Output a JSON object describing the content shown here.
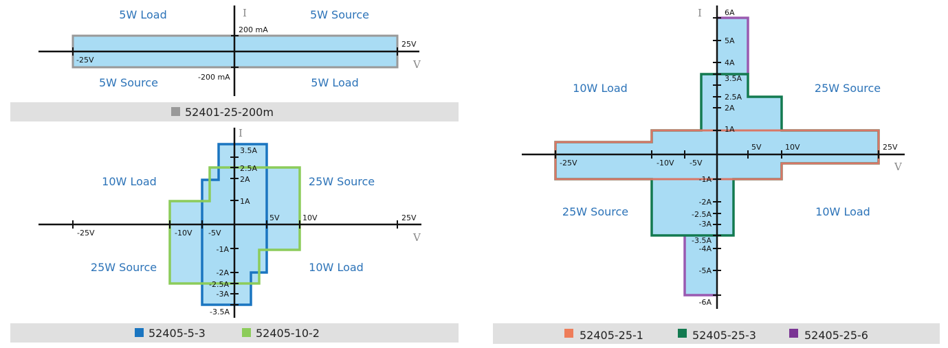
{
  "colors": {
    "fill": "#a9dcf4",
    "legend_bar": "#e0e0e0",
    "region_text": "#2c73b8",
    "gray": "#999999",
    "blue": "#1a75c0",
    "green": "#8ccc5a",
    "orange": "#ee7d5a",
    "dark_green": "#137a50",
    "purple": "#7b3594"
  },
  "panel_200m": {
    "axis_v": "V",
    "axis_i": "I",
    "regions": [
      "5W Load",
      "5W Source",
      "5W Source",
      "5W Load"
    ],
    "ticks": [
      "200 mA",
      "-200 mA",
      "25V",
      "-25V"
    ],
    "legend": [
      {
        "label": "52401-25-200m",
        "color": "#999999"
      }
    ]
  },
  "panel_5_10": {
    "axis_v": "V",
    "axis_i": "I",
    "regions": [
      "10W Load",
      "25W Source",
      "25W Source",
      "10W Load"
    ],
    "ticks": [
      "3.5A",
      "2.5A",
      "2A",
      "1A",
      "-1A",
      "-2A",
      "-2.5A",
      "-3A",
      "-3.5A",
      "-25V",
      "-10V",
      "-5V",
      "5V",
      "10V",
      "25V"
    ],
    "legend": [
      {
        "label": "52405-5-3",
        "color": "#1a75c0"
      },
      {
        "label": "52405-10-2",
        "color": "#8ccc5a"
      }
    ]
  },
  "panel_25": {
    "axis_v": "V",
    "axis_i": "I",
    "regions": [
      "10W Load",
      "25W Source",
      "25W Source",
      "10W Load"
    ],
    "ticks": [
      "6A",
      "5A",
      "4A",
      "3.5A",
      "2.5A",
      "2A",
      "1A",
      "-1A",
      "-2A",
      "-2.5A",
      "-3A",
      "-3.5A",
      "-4A",
      "-5A",
      "-6A",
      "25V",
      "-25V",
      "-10V",
      "-5V",
      "5V",
      "10V"
    ],
    "legend": [
      {
        "label": "52405-25-1",
        "color": "#ee7d5a"
      },
      {
        "label": "52405-25-3",
        "color": "#137a50"
      },
      {
        "label": "52405-25-6",
        "color": "#7b3594"
      }
    ]
  }
}
